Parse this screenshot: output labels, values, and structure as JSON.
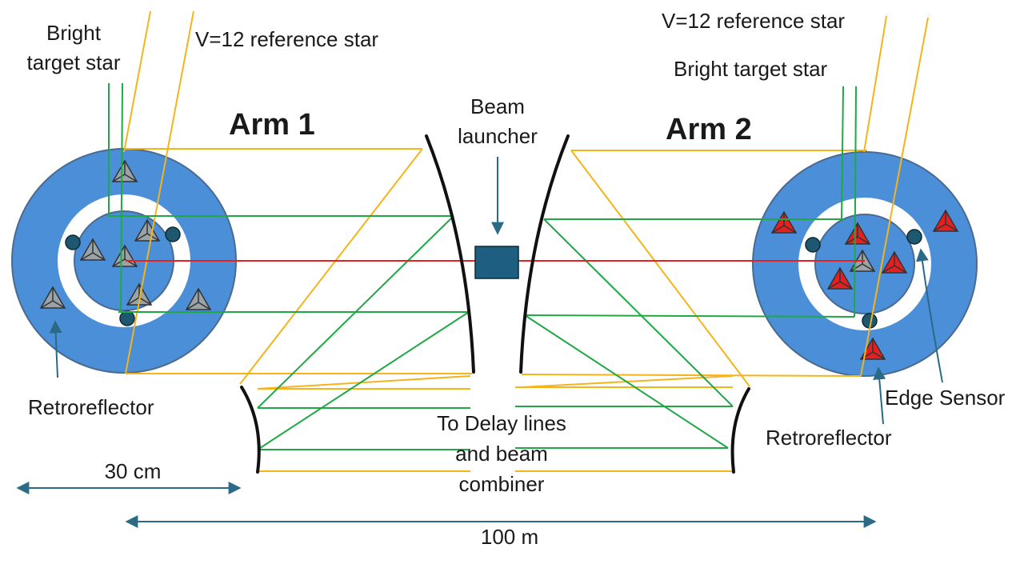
{
  "labels": {
    "bright_target_left_line1": "Bright",
    "bright_target_left_line2": "target star",
    "reference_left": "V=12 reference star",
    "arm1": "Arm 1",
    "beam_launcher_line1": "Beam",
    "beam_launcher_line2": "launcher",
    "arm2": "Arm 2",
    "reference_right": "V=12 reference star",
    "bright_target_right": "Bright target star",
    "retroreflector_left": "Retroreflector",
    "retroreflector_right": "Retroreflector",
    "edge_sensor": "Edge Sensor",
    "delay_line1": "To Delay lines",
    "delay_line2": "and beam",
    "delay_line3": "combiner",
    "scale_30cm": "30 cm",
    "scale_100m": "100 m"
  },
  "colors": {
    "disk_blue": "#4a8fd8",
    "ring_white": "#ffffff",
    "sensor_dark": "#1e5870",
    "launcher_box": "#1e5e80",
    "ray_yellow": "#f4b41a",
    "ray_green": "#1fa845",
    "ray_red": "#e82020",
    "retro_gray": "#9aa3a7",
    "retro_red": "#e62020",
    "annotation_arrow": "#2a6a86",
    "mirror_black": "#111111"
  },
  "icons": {
    "retroreflector": "retroreflector-triangle-icon",
    "edge_sensor": "edge-sensor-dot-icon",
    "beam_launcher": "beam-launcher-box-icon"
  }
}
